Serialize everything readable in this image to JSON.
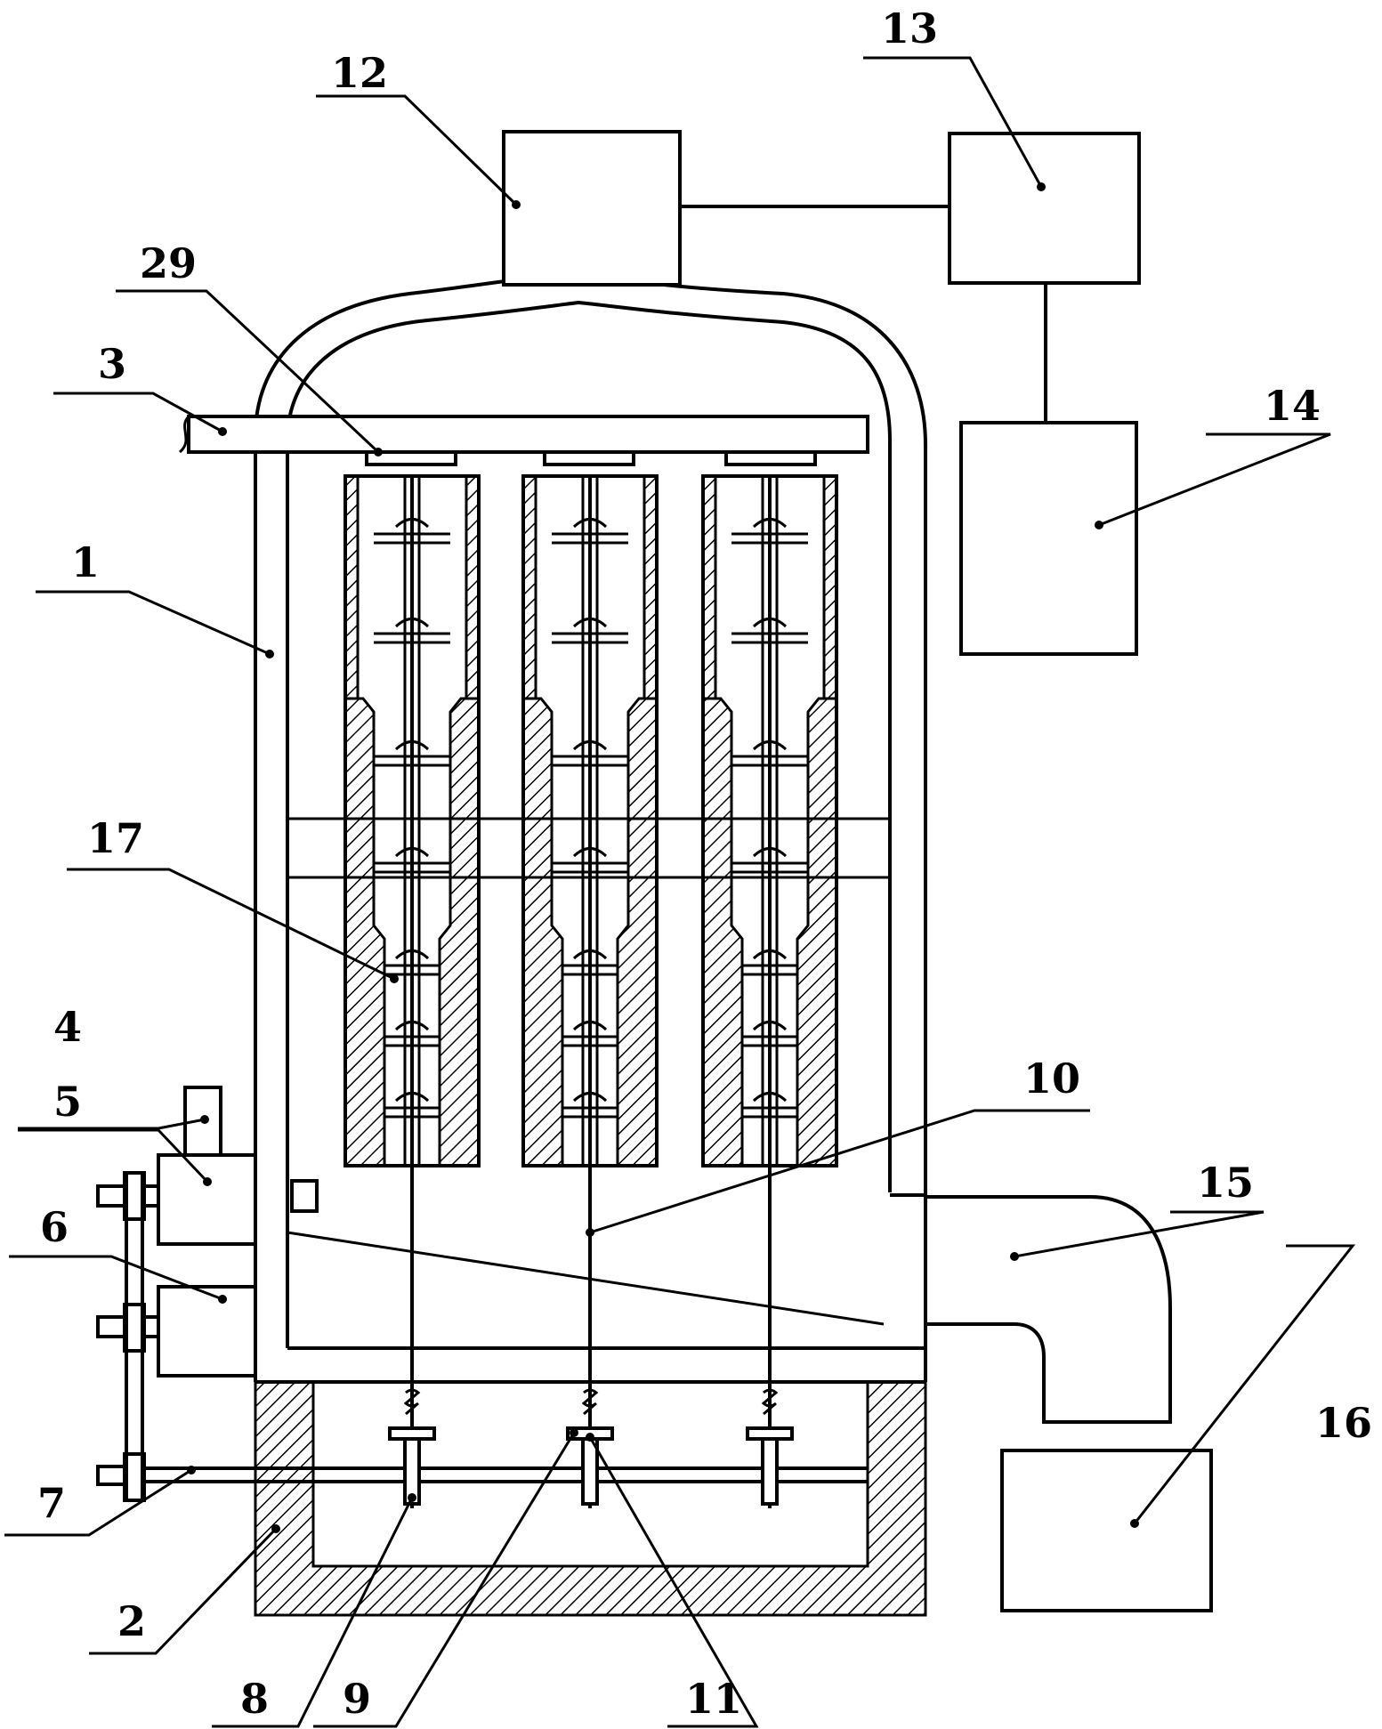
{
  "labels": {
    "l1": "1",
    "l2": "2",
    "l3": "3",
    "l4": "4",
    "l5": "5",
    "l6": "6",
    "l7": "7",
    "l8": "8",
    "l9": "9",
    "l10": "10",
    "l11": "11",
    "l12": "12",
    "l13": "13",
    "l14": "14",
    "l15": "15",
    "l16": "16",
    "l17": "17",
    "l29": "29"
  }
}
